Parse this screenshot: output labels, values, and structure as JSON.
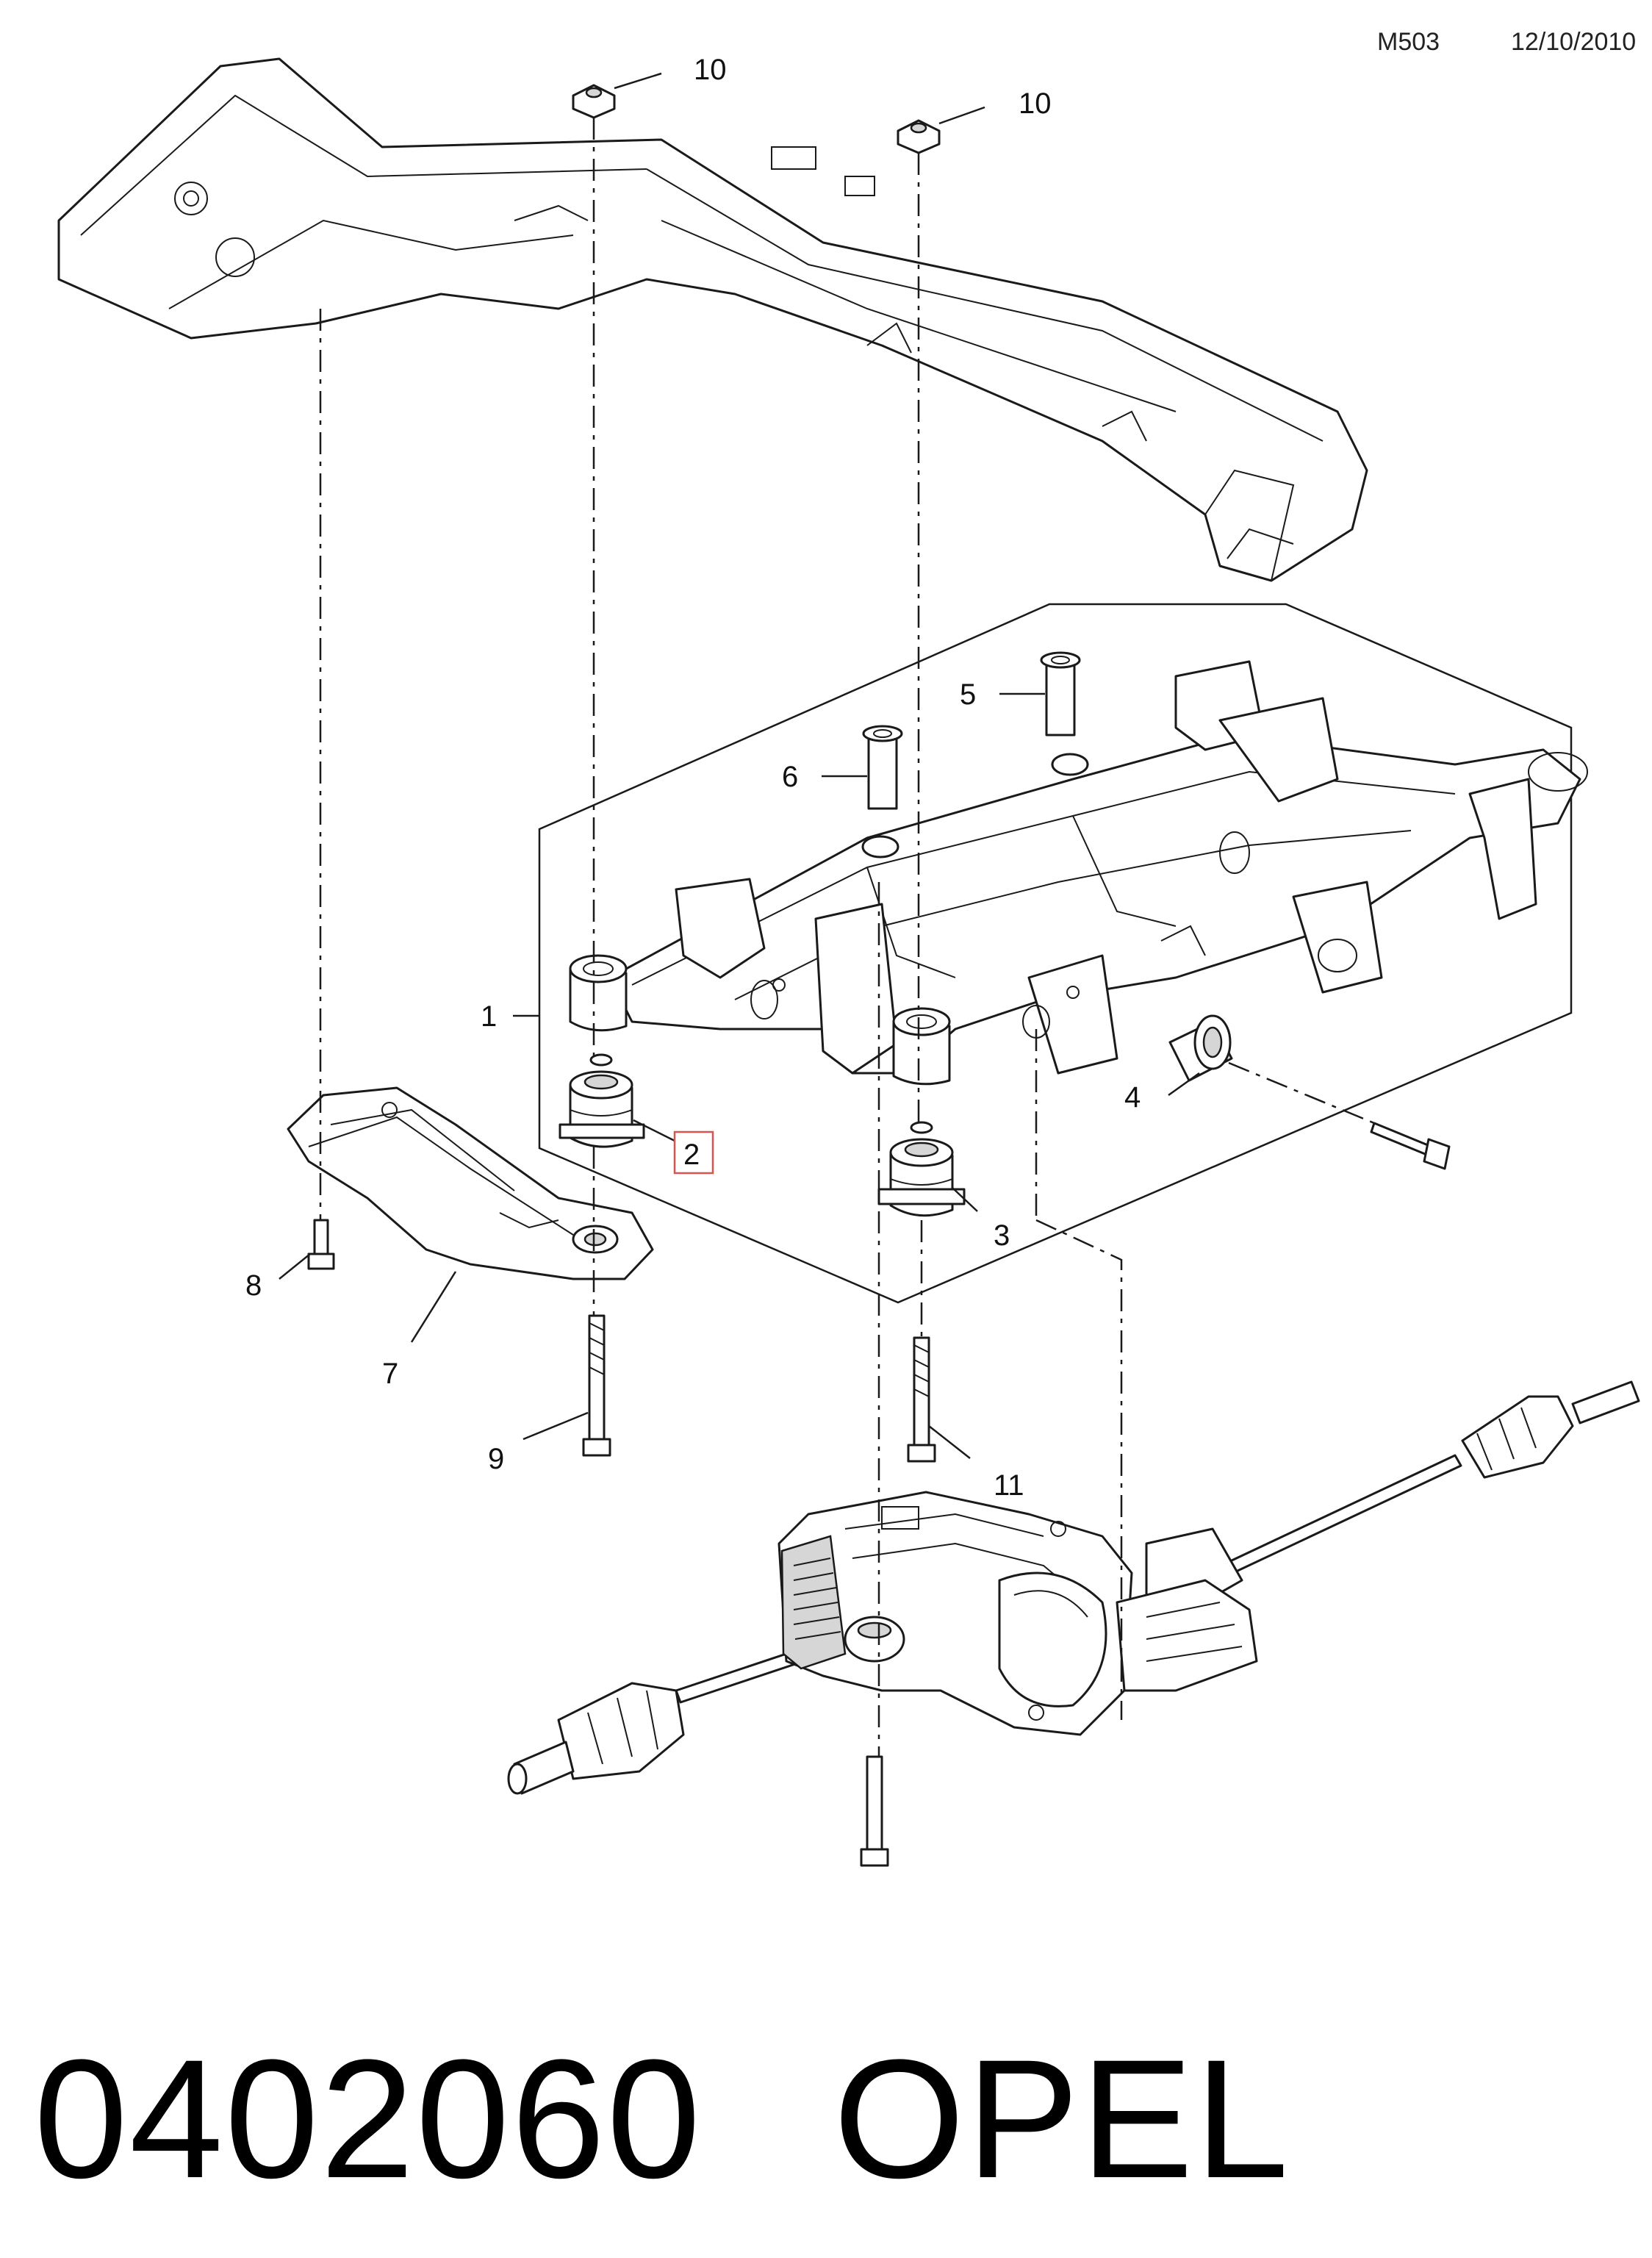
{
  "header": {
    "code": "M503",
    "date": "12/10/2010"
  },
  "footer": {
    "part_number": "0402060",
    "brand": "OPEL"
  },
  "callouts": {
    "c1": "1",
    "c2": "2",
    "c3": "3",
    "c4": "4",
    "c5": "5",
    "c6": "6",
    "c7": "7",
    "c8": "8",
    "c9": "9",
    "c10a": "10",
    "c10b": "10",
    "c11": "11"
  },
  "colors": {
    "highlight_box": "#d9534f",
    "line": "#1a1a1a"
  }
}
